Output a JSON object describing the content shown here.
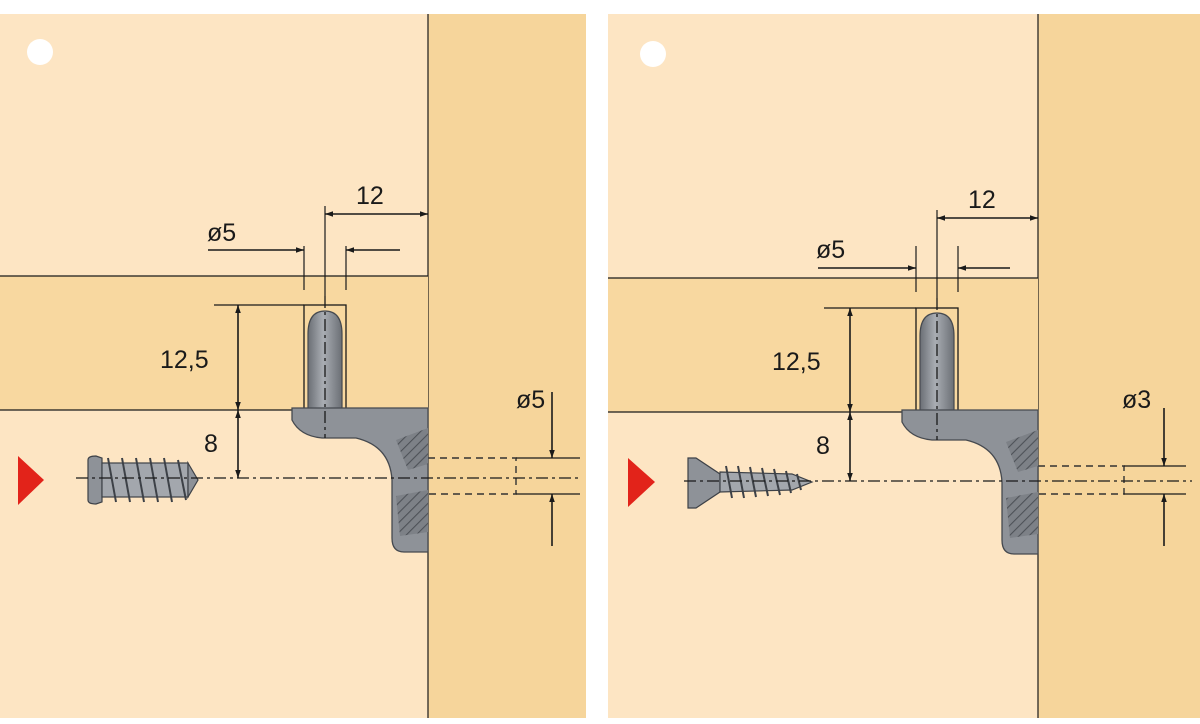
{
  "colors": {
    "panel_background": "#fde5c3",
    "shelf_wood": "#f8d8a0",
    "side_panel_wood": "#f6d59b",
    "wood_edge": "#1a1a1a",
    "hardware_grey": "#8e9298",
    "hardware_dark": "#5f6369",
    "marker": "#e2231a",
    "divider": "#ffffff"
  },
  "panels": [
    {
      "id": "left",
      "pin_diameter_label": "ø5",
      "pin_offset_label": "12",
      "pin_depth_label": "12,5",
      "screw_offset_label": "8",
      "side_hole_label": "ø5",
      "screw_type": "euro-screw",
      "icons": [
        "hole-icon",
        "red-arrow-icon"
      ]
    },
    {
      "id": "right",
      "pin_diameter_label": "ø5",
      "pin_offset_label": "12",
      "pin_depth_label": "12,5",
      "screw_offset_label": "8",
      "side_hole_label": "ø3",
      "screw_type": "countersunk-wood-screw",
      "icons": [
        "hole-icon",
        "red-arrow-icon"
      ]
    }
  ]
}
